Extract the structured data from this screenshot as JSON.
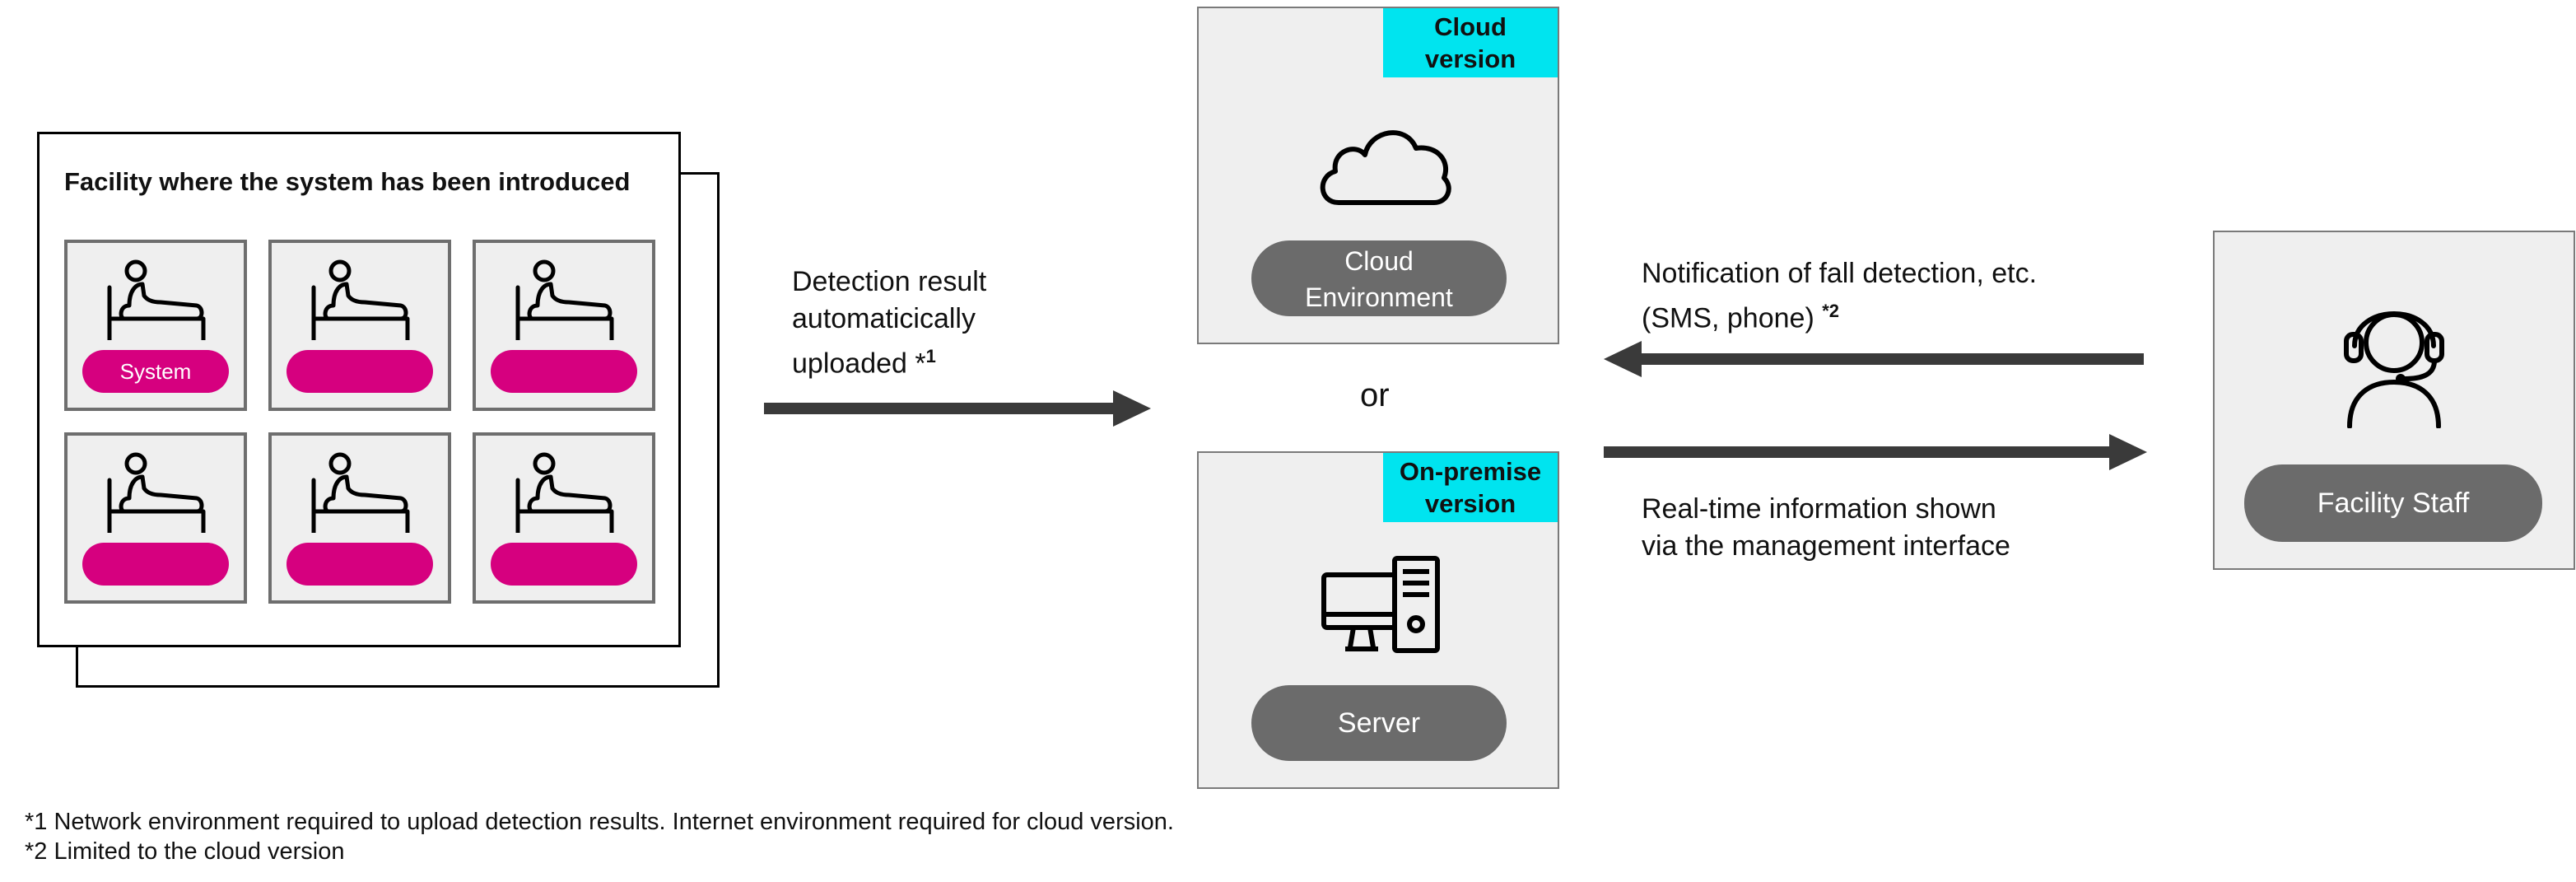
{
  "facility": {
    "title": "Facility where the system has been introduced",
    "rooms": [
      {
        "label": "System"
      },
      {
        "label": ""
      },
      {
        "label": ""
      },
      {
        "label": ""
      },
      {
        "label": ""
      },
      {
        "label": ""
      }
    ]
  },
  "upload_text": {
    "line1": "Detection result",
    "line2": "automaticically",
    "line3": "uploaded *",
    "sup": "1"
  },
  "cloud": {
    "tag_line1": "Cloud",
    "tag_line2": "version",
    "pill_line1": "Cloud",
    "pill_line2": "Environment",
    "icon": "cloud-icon"
  },
  "or_text": "or",
  "onprem": {
    "tag_line1": "On-premise",
    "tag_line2": "version",
    "pill": "Server",
    "icon": "computer-server-icon"
  },
  "notification": {
    "line1": "Notification of fall detection, etc.",
    "line2": "(SMS, phone) ",
    "sup": "*2"
  },
  "realtime": {
    "line1": "Real-time information shown",
    "line2": "via the management interface"
  },
  "staff": {
    "label": "Facility Staff",
    "icon": "headset-operator-icon"
  },
  "notes": {
    "note1": "*1 Network environment required to upload detection results. Internet environment required for cloud version.",
    "note2": "*2 Limited to the cloud version"
  },
  "colors": {
    "pink": "#d6007f",
    "cyan": "#00e4ef",
    "gray_pill": "#6b6b6b",
    "box_bg": "#efefef",
    "arrow": "#3a3a3a"
  }
}
